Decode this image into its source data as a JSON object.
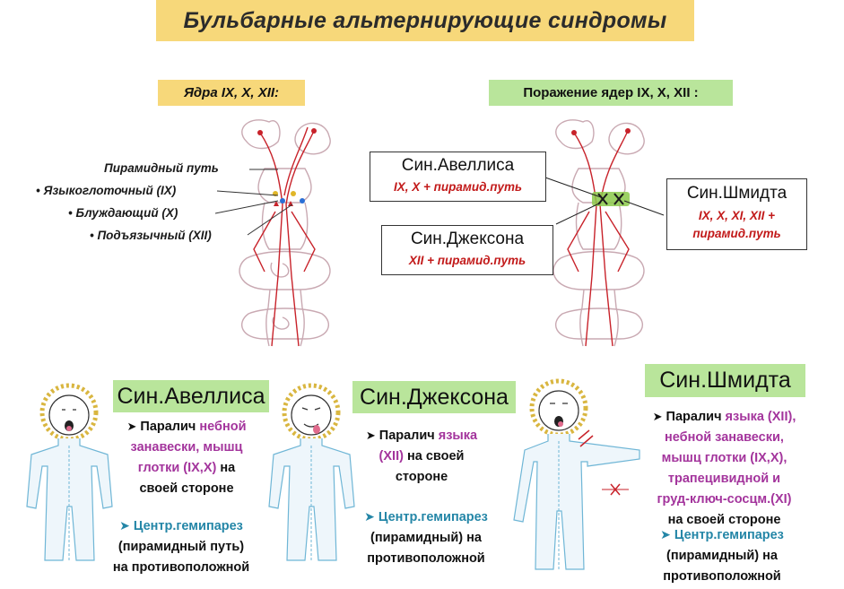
{
  "title": "Бульбарные альтернирующие синдромы",
  "tags": {
    "left": "Ядра IX, X, XII:",
    "right": "Поражение ядер IX, X, XII :"
  },
  "nuclei_labels": [
    "Пирамидный путь",
    "• Языкоглоточный (IX)",
    "• Блуждающий (X)",
    "• Подъязычный (XII)"
  ],
  "lesion_boxes": {
    "avellis": {
      "name": "Син.Авеллиса",
      "desc": "IX, X + пирамид.путь"
    },
    "jackson": {
      "name": "Син.Джексона",
      "desc": "XII + пирамид.путь"
    },
    "schmidt": {
      "name": "Син.Шмидта",
      "desc1": "IX, X, XI, XII +",
      "desc2": "пирамид.путь"
    }
  },
  "syndromes": {
    "avellis": {
      "title": "Син.Авеллиса",
      "p1_prefix": "Паралич",
      "p1_highlight_a": "небной",
      "p1_highlight_b": "занавески, мышц",
      "p1_highlight_c": "глотки (IX,X)",
      "p1_suffix": "на",
      "p1_line4": "своей стороне",
      "p2_highlight": "Центр.гемипарез",
      "p2_line2": "(пирамидный путь)",
      "p2_line3": "на противоположной"
    },
    "jackson": {
      "title": "Син.Джексона",
      "p1_prefix": "Паралич",
      "p1_highlight_a": "языка",
      "p1_highlight_b": "(XII)",
      "p1_suffix": "на своей",
      "p1_line3": "стороне",
      "p2_highlight": "Центр.гемипарез",
      "p2_line2": "(пирамидный) на",
      "p2_line3": "противоположной"
    },
    "schmidt": {
      "title": "Син.Шмидта",
      "p1_prefix": "Паралич",
      "p1_highlight_a": "языка (XII),",
      "p1_highlight_b": "небной занавески,",
      "p1_highlight_c": "мышц глотки (IX,X),",
      "p1_highlight_d": "трапецивидной и",
      "p1_highlight_e": "груд-ключ-сосцм.(XI)",
      "p1_line6": "на своей стороне",
      "p2_highlight": "Центр.гемипарез",
      "p2_line2": "(пирамидный) на",
      "p2_line3": "противоположной"
    }
  },
  "colors": {
    "title_bg": "#f7d87a",
    "green_bg": "#b9e59b",
    "red": "#c21a1a",
    "purple": "#a3349c",
    "blue": "#2486a7"
  }
}
